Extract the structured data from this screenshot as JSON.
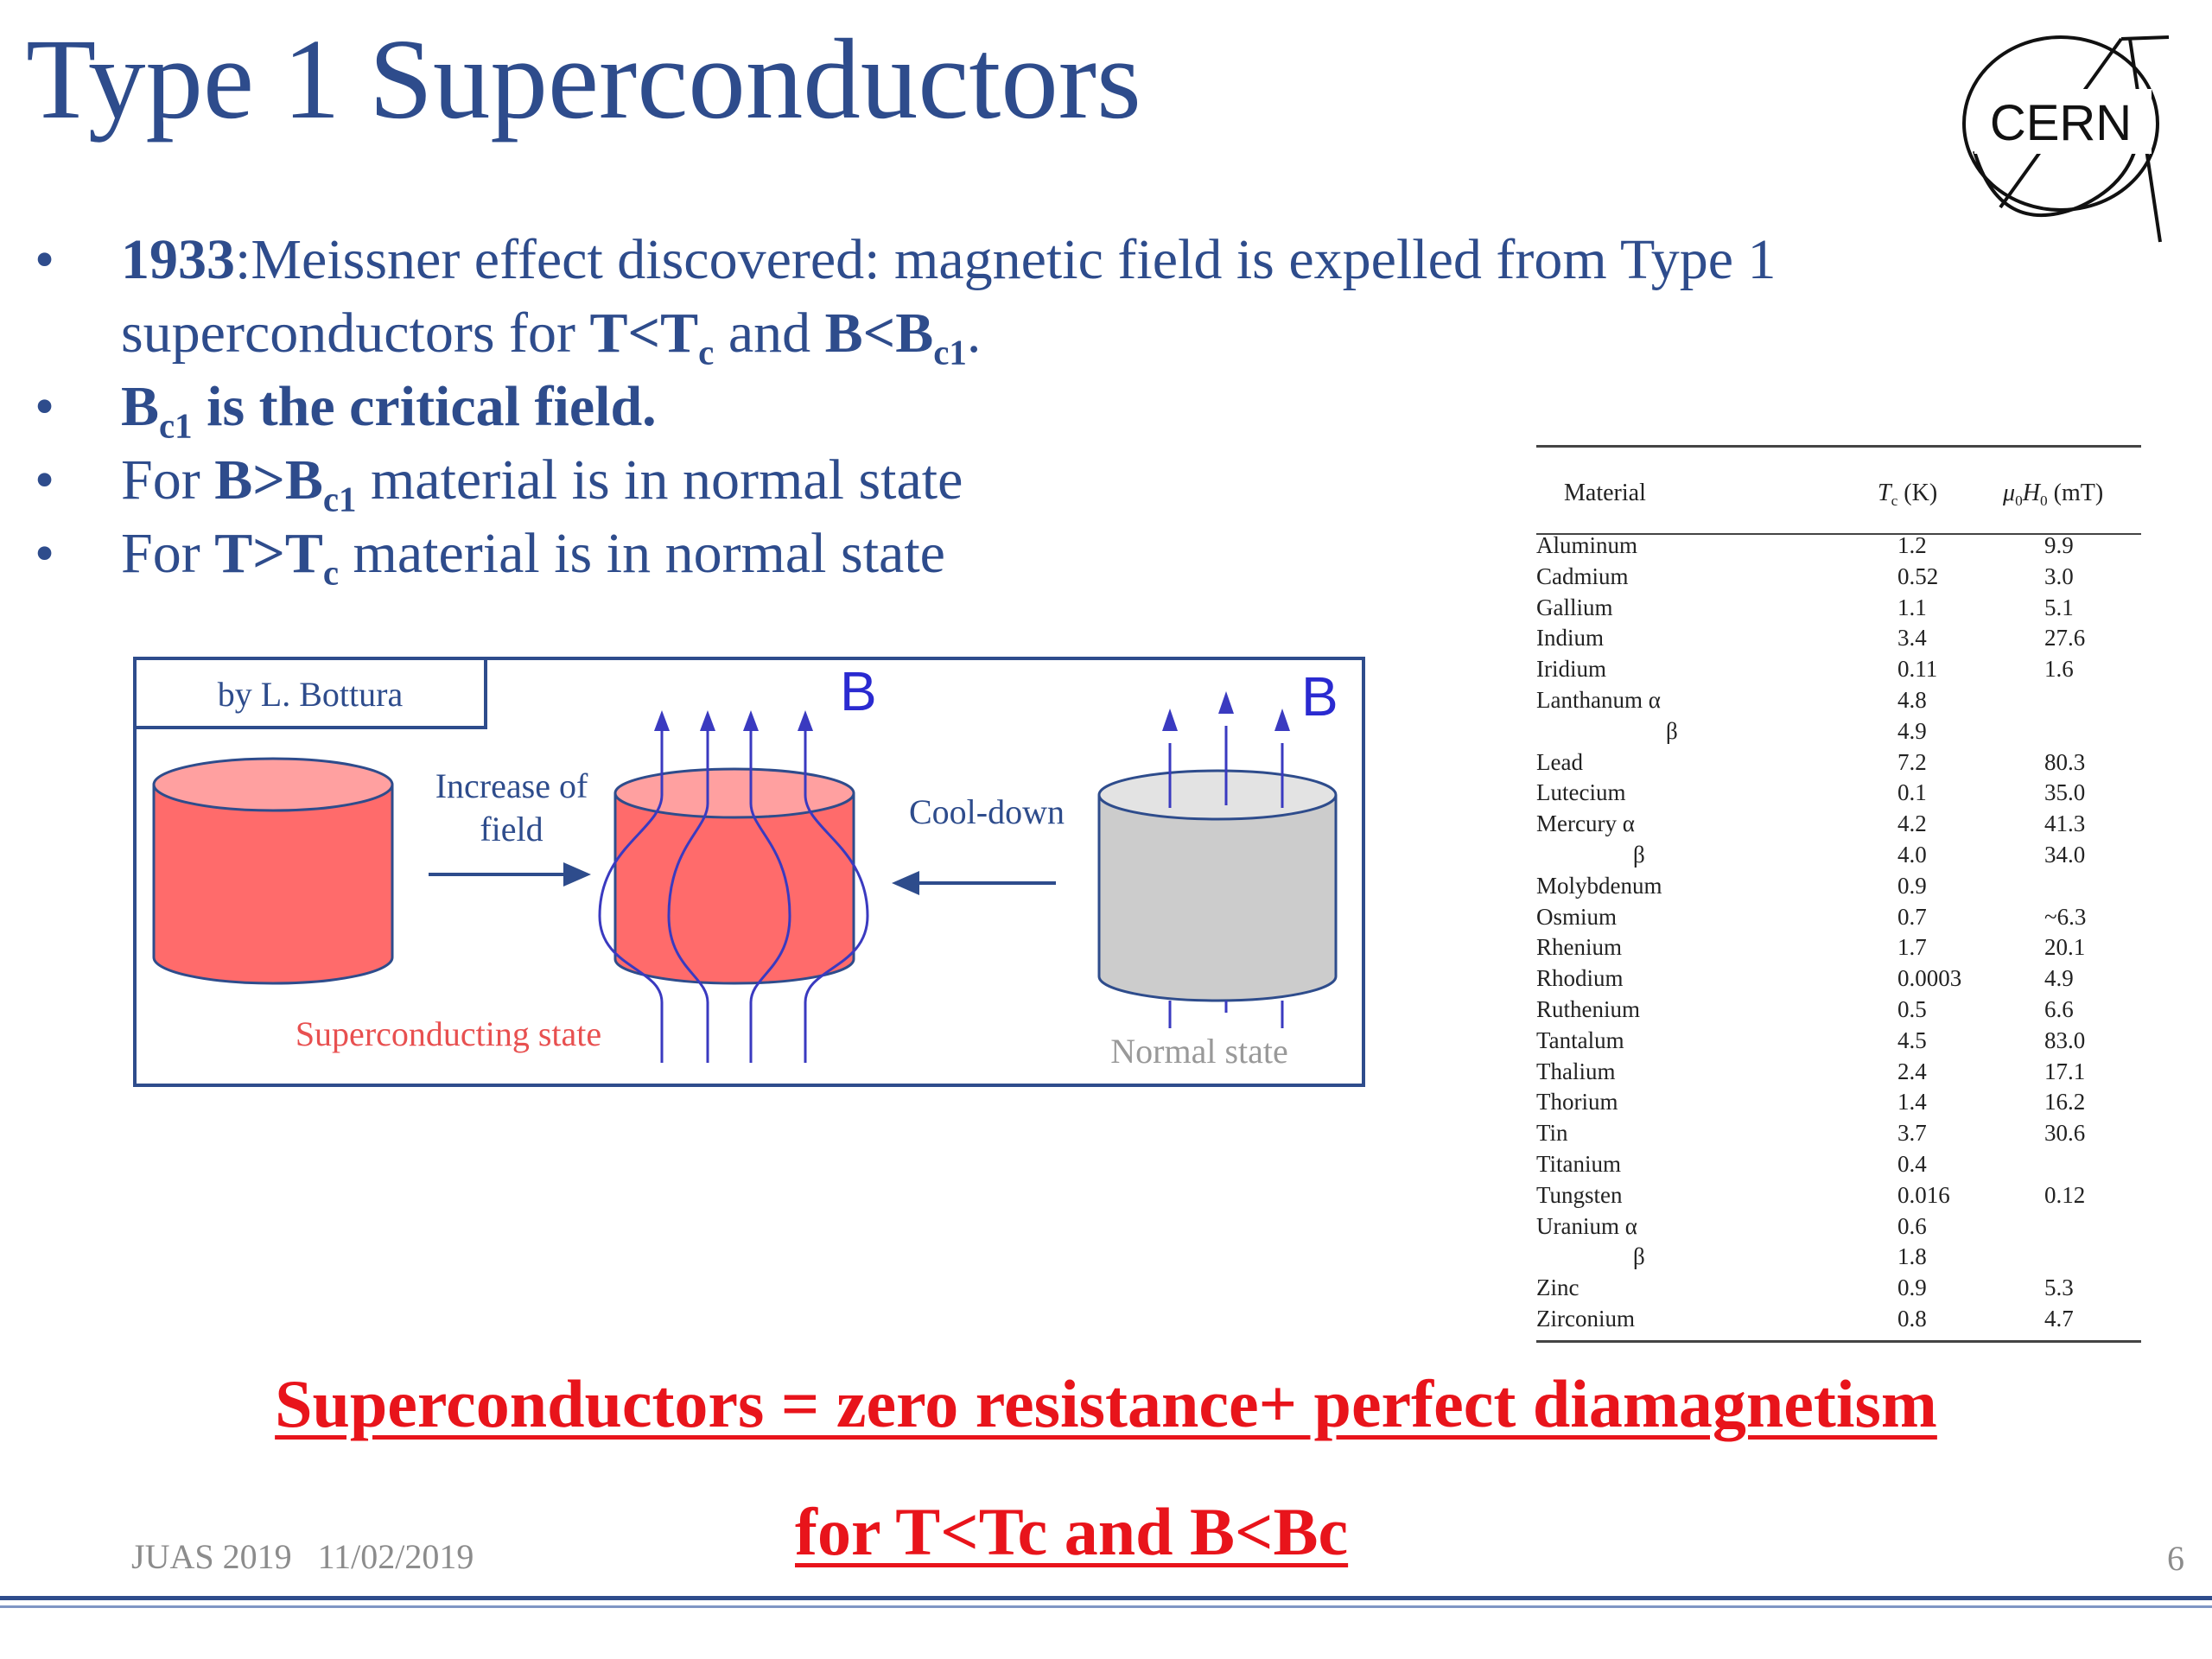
{
  "slide": {
    "title": "Type 1 Superconductors",
    "logo_text": "CERN"
  },
  "bullets": {
    "b1": {
      "year": "1933",
      "text1": ":Meissner effect discovered: magnetic field is expelled from Type 1 superconductors for ",
      "t": "T<T",
      "c": "c",
      "and": " and ",
      "b": "B<B",
      "c1": "c1",
      "end": "."
    },
    "b2": {
      "b": "B",
      "c1": "c1",
      "rest": " is the critical field."
    },
    "b3": {
      "pre": "For ",
      "b": "B>B",
      "c1": "c1",
      "rest": " material is in normal state"
    },
    "b4": {
      "pre": "For ",
      "t": "T>T",
      "c": "c",
      "rest": " material is in normal state"
    }
  },
  "diagram": {
    "credit": "by L. Bottura",
    "increase": "Increase of",
    "field": "field",
    "cooldown": "Cool-down",
    "b_label_1": "B",
    "b_label_2": "B",
    "superconducting_state": "Superconducting state",
    "normal_state": "Normal state",
    "colors": {
      "frame": "#2e4c8c",
      "sc_fill": "#ff6b6b",
      "sc_top": "#ffa0a0",
      "normal_fill": "#cccccc",
      "normal_top": "#e3e3e3",
      "field": "#3a3ac0",
      "red_text": "#e85050"
    }
  },
  "table": {
    "headers": {
      "material": "Material",
      "tc": "T",
      "tc_sub": "c",
      "tc_unit": " (K)",
      "h": "μ",
      "h_sub0": "0",
      "h_mid": "H",
      "h_sub1": "0",
      "h_unit": " (mT)"
    },
    "rows": [
      {
        "name": "Aluminum",
        "tc": "1.2",
        "h": "9.9"
      },
      {
        "name": "Cadmium",
        "tc": "0.52",
        "h": "3.0"
      },
      {
        "name": "Gallium",
        "tc": "1.1",
        "h": "5.1"
      },
      {
        "name": "Indium",
        "tc": "3.4",
        "h": "27.6"
      },
      {
        "name": "Iridium",
        "tc": "0.11",
        "h": "1.6"
      },
      {
        "name": "Lanthanum α",
        "tc": "4.8",
        "h": ""
      },
      {
        "name": "β",
        "tc": "4.9",
        "h": ""
      },
      {
        "name": "Lead",
        "tc": "7.2",
        "h": "80.3"
      },
      {
        "name": "Lutecium",
        "tc": "0.1",
        "h": "35.0"
      },
      {
        "name": "Mercury α",
        "tc": "4.2",
        "h": "41.3"
      },
      {
        "name": "β",
        "tc": "4.0",
        "h": "34.0"
      },
      {
        "name": "Molybdenum",
        "tc": "0.9",
        "h": ""
      },
      {
        "name": "Osmium",
        "tc": "0.7",
        "h": "~6.3"
      },
      {
        "name": "Rhenium",
        "tc": "1.7",
        "h": "20.1"
      },
      {
        "name": "Rhodium",
        "tc": "0.0003",
        "h": "4.9"
      },
      {
        "name": "Ruthenium",
        "tc": "0.5",
        "h": "6.6"
      },
      {
        "name": "Tantalum",
        "tc": "4.5",
        "h": "83.0"
      },
      {
        "name": "Thalium",
        "tc": "2.4",
        "h": "17.1"
      },
      {
        "name": "Thorium",
        "tc": "1.4",
        "h": "16.2"
      },
      {
        "name": "Tin",
        "tc": "3.7",
        "h": "30.6"
      },
      {
        "name": "Titanium",
        "tc": "0.4",
        "h": ""
      },
      {
        "name": "Tungsten",
        "tc": "0.016",
        "h": "0.12"
      },
      {
        "name": "Uranium α",
        "tc": "0.6",
        "h": ""
      },
      {
        "name": "β",
        "tc": "1.8",
        "h": ""
      },
      {
        "name": "Zinc",
        "tc": "0.9",
        "h": "5.3"
      },
      {
        "name": "Zirconium",
        "tc": "0.8",
        "h": "4.7"
      }
    ]
  },
  "summary": {
    "line1": "Superconductors = zero resistance+ perfect diamagnetism",
    "line2": "for T<Tc and B<Bc"
  },
  "footer": {
    "event": "JUAS 2019",
    "date": "11/02/2019",
    "page": "6"
  }
}
